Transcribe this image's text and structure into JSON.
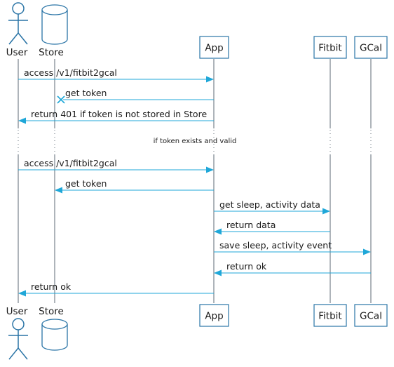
{
  "participants": {
    "user": "User",
    "store": "Store",
    "app": "App",
    "fitbit": "Fitbit",
    "gcal": "GCal"
  },
  "messages": [
    {
      "label": "access /v1/fitbit2gcal",
      "from": "user",
      "to": "app",
      "direction": "right"
    },
    {
      "label": "get token",
      "from": "app",
      "to": "store",
      "direction": "left",
      "lost": true
    },
    {
      "label": "return 401 if token is not stored in Store",
      "from": "app",
      "to": "user",
      "direction": "left"
    },
    {
      "label": "access /v1/fitbit2gcal",
      "from": "user",
      "to": "app",
      "direction": "right"
    },
    {
      "label": "get token",
      "from": "app",
      "to": "store",
      "direction": "left"
    },
    {
      "label": "get sleep, activity data",
      "from": "app",
      "to": "fitbit",
      "direction": "right"
    },
    {
      "label": "return data",
      "from": "fitbit",
      "to": "app",
      "direction": "left"
    },
    {
      "label": "save sleep, activity event",
      "from": "app",
      "to": "gcal",
      "direction": "right"
    },
    {
      "label": "return ok",
      "from": "gcal",
      "to": "app",
      "direction": "left"
    },
    {
      "label": "return ok",
      "from": "app",
      "to": "user",
      "direction": "left"
    }
  ],
  "divider": {
    "label": "if token exists and valid"
  },
  "colors": {
    "arrow": "#1fa7d8",
    "participant_border": "#2a74a6",
    "lifeline": "#5d6a75"
  }
}
